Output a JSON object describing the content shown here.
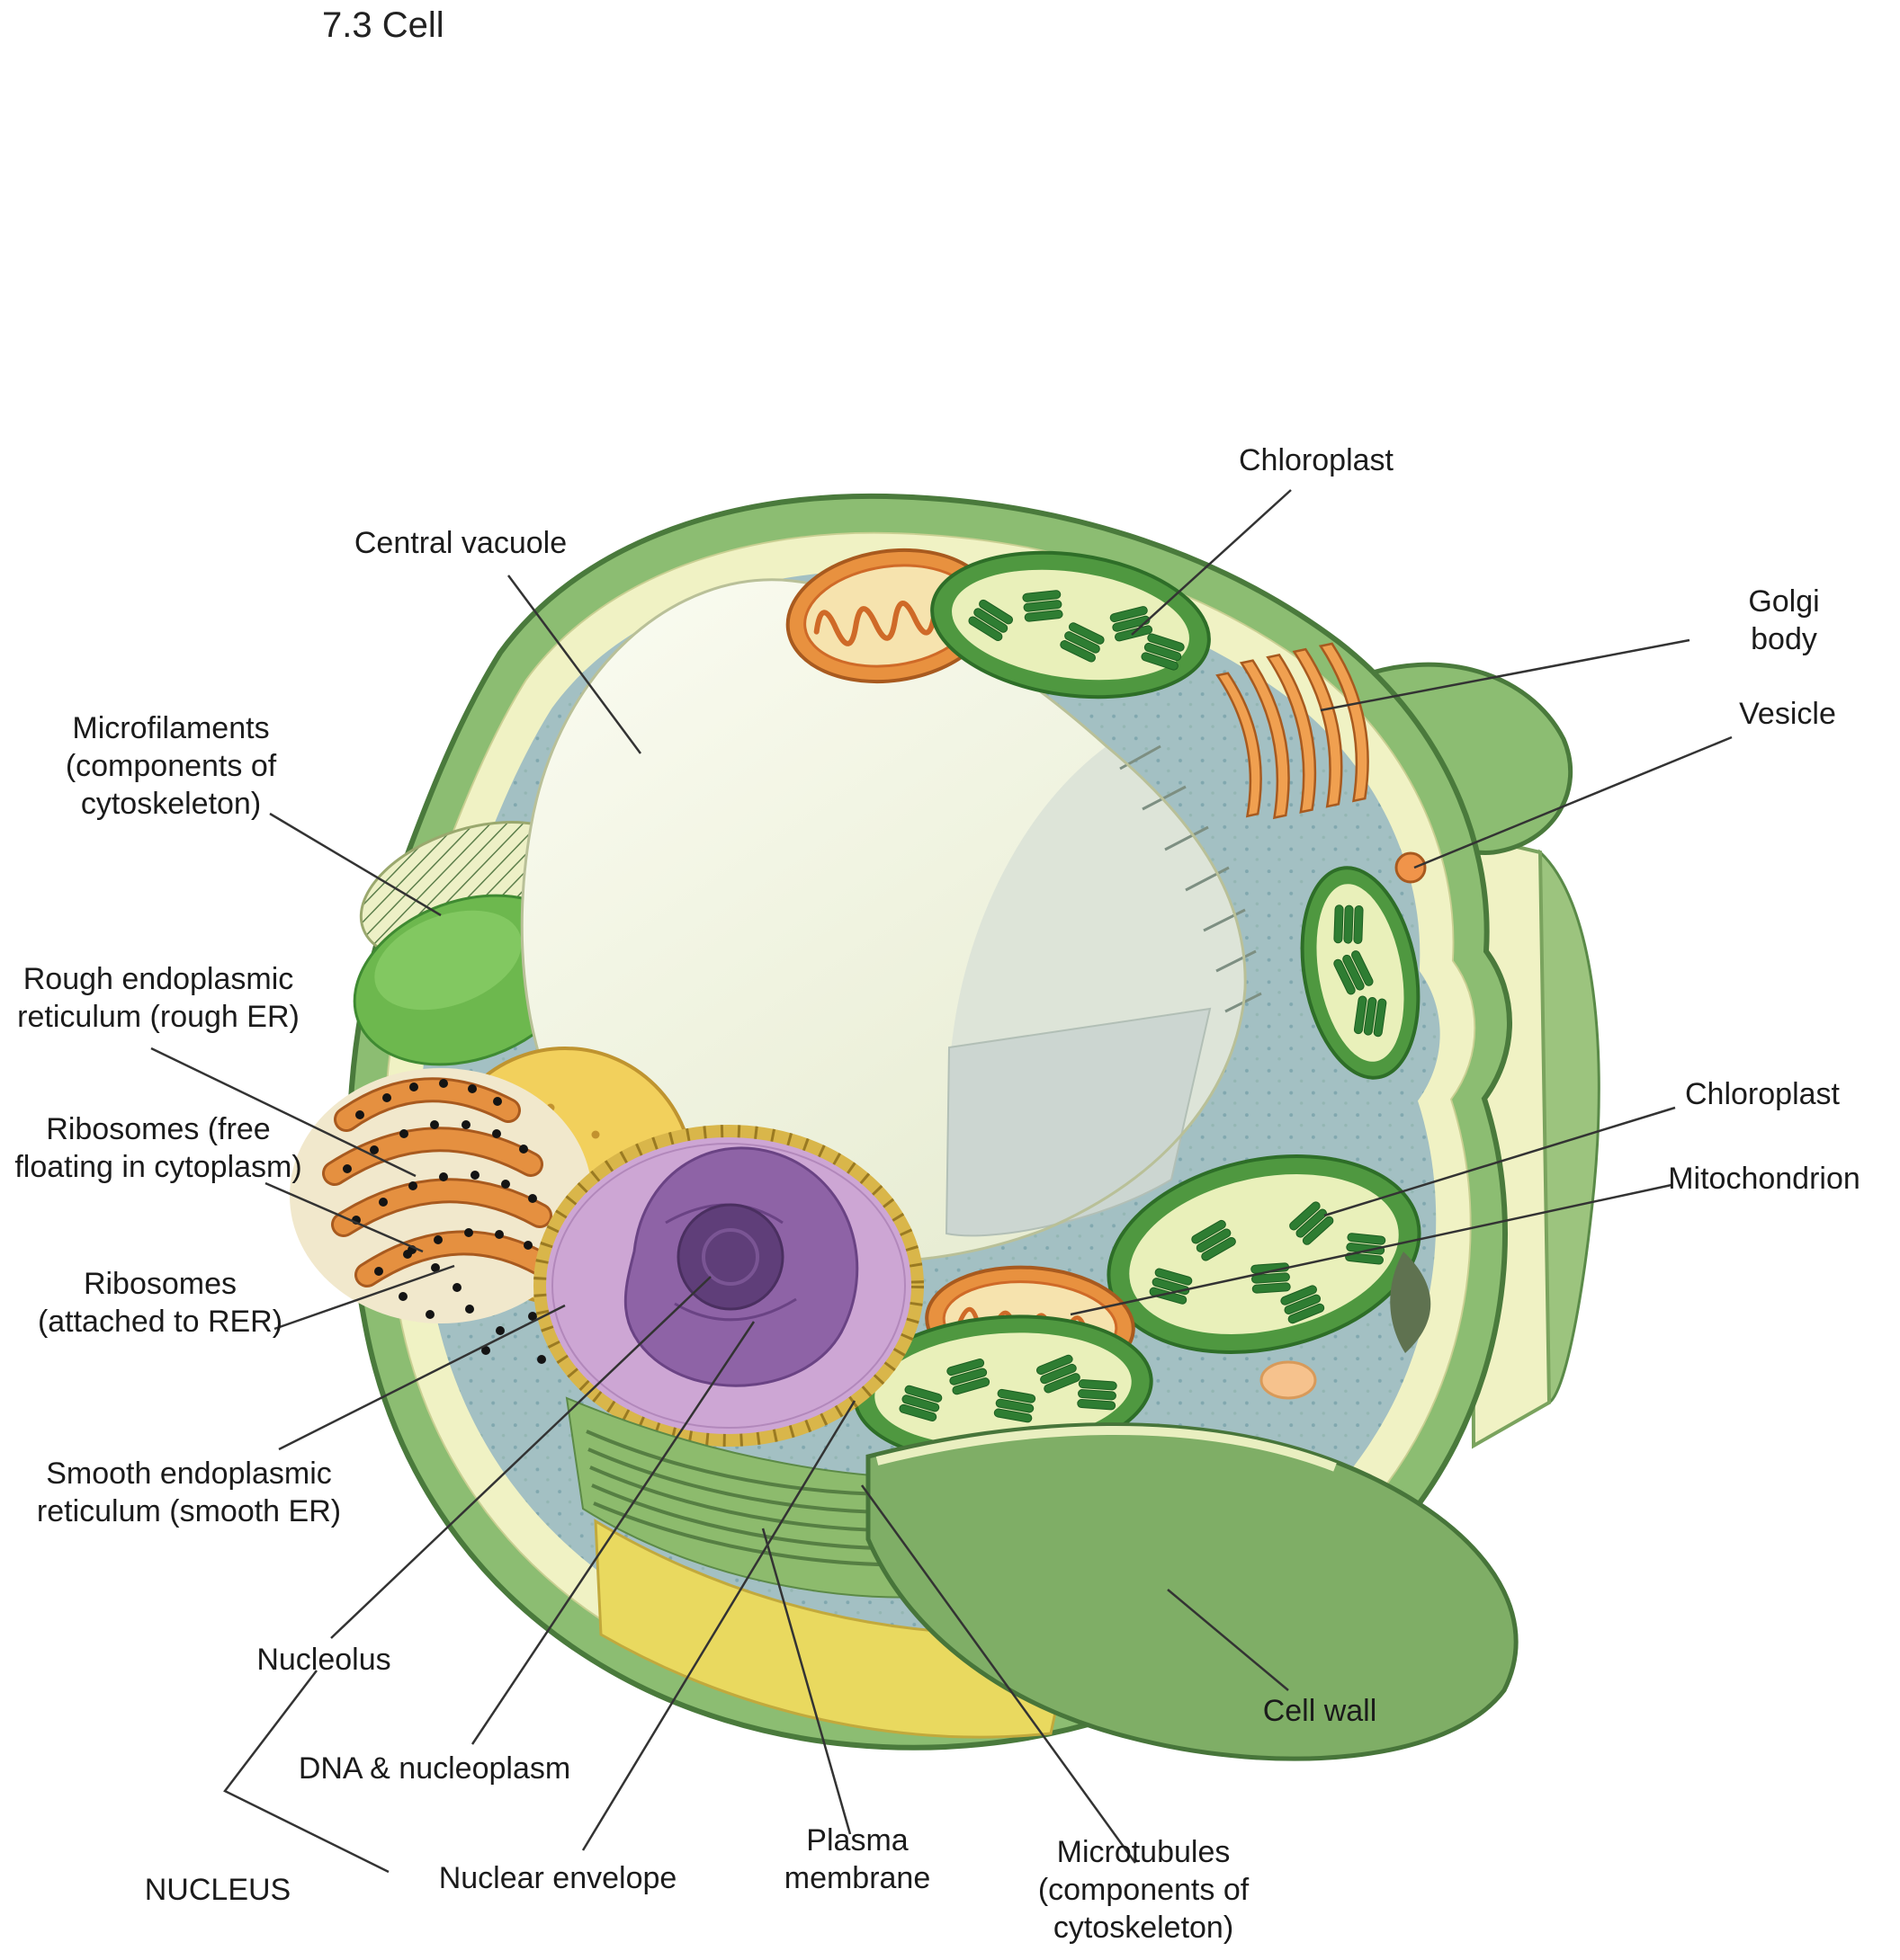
{
  "page": {
    "title": "7.3 Cell"
  },
  "diagram": {
    "subject": "Plant cell cutaway illustration",
    "labels": {
      "central_vacuole": {
        "text": "Central vacuole"
      },
      "chloroplast_top": {
        "text": "Chloroplast"
      },
      "golgi_body": {
        "text": "Golgi body"
      },
      "vesicle": {
        "text": "Vesicle"
      },
      "microfilaments": {
        "text": "Microfilaments\n(components of\ncytoskeleton)"
      },
      "rough_er": {
        "text": "Rough endoplasmic\nreticulum (rough ER)"
      },
      "ribosomes_free": {
        "text": "Ribosomes (free\nfloating in cytoplasm)"
      },
      "ribosomes_attached": {
        "text": "Ribosomes\n(attached to RER)"
      },
      "smooth_er": {
        "text": "Smooth endoplasmic\nreticulum (smooth ER)"
      },
      "nucleolus": {
        "text": "Nucleolus"
      },
      "dna_nucleoplasm": {
        "text": "DNA & nucleoplasm"
      },
      "nucleus": {
        "text": "NUCLEUS"
      },
      "nuclear_envelope": {
        "text": "Nuclear envelope"
      },
      "plasma_membrane": {
        "text": "Plasma\nmembrane"
      },
      "microtubules": {
        "text": "Microtubules\n(components of\ncytoskeleton)"
      },
      "cell_wall": {
        "text": "Cell wall"
      },
      "chloroplast_right": {
        "text": "Chloroplast"
      },
      "mitochondrion": {
        "text": "Mitochondrion"
      }
    },
    "colors": {
      "cell_wall_green": "#8cbd72",
      "inner_membrane_cream": "#f0f2c4",
      "cytoplasm_teal": "#a3c0c3",
      "vacuole_cream": "#f3f5e6",
      "nucleoplasm_pink": "#cda6d4",
      "chromatin_purple": "#8e63a6",
      "nucleolus_purple": "#5f3e79",
      "nuclear_envelope_yellow": "#d9b64a",
      "er_orange": "#e59040",
      "chloroplast_green": "#4f9840",
      "grana_green": "#2e7d32",
      "mitochondrion_orange": "#e8913f",
      "golgi_orange": "#f0a050",
      "label_text": "#1b1b1b"
    }
  }
}
